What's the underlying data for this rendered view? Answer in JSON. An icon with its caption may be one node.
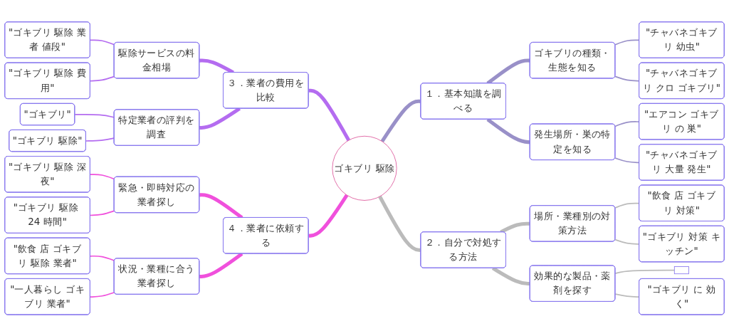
{
  "diagram": {
    "nodes": [
      {
        "text": [
          "ゴキブリ 駆除"
        ]
      },
      {
        "text": [
          "１．基本知識を調べる"
        ]
      },
      {
        "text": [
          "ゴキブリの種類・生態を知る"
        ]
      },
      {
        "text": [
          "\"チャバネゴキブリ 幼虫\""
        ]
      },
      {
        "text": [
          "\"チャバネゴキブリ クロ ゴキブリ\""
        ]
      },
      {
        "text": [
          "発生場所・巣の特定を知る"
        ]
      },
      {
        "text": [
          "\"エアコン ゴキブリ の 巣\""
        ]
      },
      {
        "text": [
          "\"チャバネゴキブリ 大量 発生\""
        ]
      },
      {
        "text": [
          "２．自分で対処する方法"
        ]
      },
      {
        "text": [
          "場所・業種別の対策方法"
        ]
      },
      {
        "text": [
          "\"飲食 店 ゴキブリ 対策\""
        ]
      },
      {
        "text": [
          "\"ゴキブリ 対策 キッチン\""
        ]
      },
      {
        "text": [
          "効果的な製品・薬剤を探す"
        ]
      },
      {
        "text": [],
        "shape": "box"
      },
      {
        "text": [
          "\"ゴキブリ に 効く\""
        ]
      },
      {
        "text": [
          "３．業者の費用を比較"
        ]
      },
      {
        "text": [
          "駆除サービスの料金相場"
        ]
      },
      {
        "text": [
          "\"ゴキブリ 駆除 業者 値段\""
        ]
      },
      {
        "text": [
          "\"ゴキブリ 駆除 費用\""
        ]
      },
      {
        "text": [
          "特定業者の評判を調査"
        ]
      },
      {
        "text": [
          "\"ゴキブリ\""
        ]
      },
      {
        "text": [
          "\"ゴキブリ 駆除\""
        ]
      },
      {
        "text": [
          "４．業者に依頼する"
        ]
      },
      {
        "text": [
          "緊急・即時対応の業者探し"
        ]
      },
      {
        "text": [
          "\"ゴキブリ 駆除 深夜\""
        ]
      },
      {
        "text": [
          "\"ゴキブリ 駆除 24 時間\""
        ]
      },
      {
        "text": [
          "状況・業種に合う業者探し"
        ]
      },
      {
        "text": [
          "\"飲食 店 ゴキブリ 駆除 業者\""
        ]
      },
      {
        "text": [
          "\"一人暮らし ゴキブリ 業者\""
        ]
      }
    ],
    "edges": [
      {
        "from": 0,
        "to": 1,
        "arrow": "none",
        "style": "thick",
        "color": "#9990c8"
      },
      {
        "from": 1,
        "to": 2,
        "arrow": "none",
        "style": "thick",
        "color": "#9990c8"
      },
      {
        "from": 2,
        "to": 3,
        "arrow": "none",
        "color": "#9990c8"
      },
      {
        "from": 2,
        "to": 4,
        "arrow": "none",
        "color": "#9990c8"
      },
      {
        "from": 1,
        "to": 5,
        "arrow": "none",
        "style": "thick",
        "color": "#9990c8"
      },
      {
        "from": 5,
        "to": 6,
        "arrow": "none",
        "color": "#9990c8"
      },
      {
        "from": 5,
        "to": 7,
        "arrow": "none",
        "color": "#9990c8"
      },
      {
        "from": 0,
        "to": 8,
        "arrow": "none",
        "style": "thick",
        "color": "#bbbbbb"
      },
      {
        "from": 8,
        "to": 9,
        "arrow": "none",
        "style": "thick",
        "color": "#bbbbbb"
      },
      {
        "from": 9,
        "to": 10,
        "arrow": "none",
        "color": "#bbbbbb"
      },
      {
        "from": 9,
        "to": 11,
        "arrow": "none",
        "color": "#bbbbbb"
      },
      {
        "from": 8,
        "to": 12,
        "arrow": "none",
        "style": "thick",
        "color": "#bbbbbb"
      },
      {
        "from": 12,
        "to": 13,
        "arrow": "none",
        "color": "#bbbbbb"
      },
      {
        "from": 12,
        "to": 14,
        "arrow": "none",
        "color": "#bbbbbb"
      },
      {
        "from": 0,
        "to": 15,
        "arrow": "none",
        "style": "thick",
        "color": "#b46cf0"
      },
      {
        "from": 15,
        "to": 16,
        "arrow": "none",
        "style": "thick",
        "color": "#b46cf0"
      },
      {
        "from": 16,
        "to": 17,
        "arrow": "none",
        "color": "#b46cf0"
      },
      {
        "from": 16,
        "to": 18,
        "arrow": "none",
        "color": "#b46cf0"
      },
      {
        "from": 15,
        "to": 19,
        "arrow": "none",
        "style": "thick",
        "color": "#b46cf0"
      },
      {
        "from": 19,
        "to": 20,
        "arrow": "none",
        "color": "#b46cf0"
      },
      {
        "from": 19,
        "to": 21,
        "arrow": "none",
        "color": "#b46cf0"
      },
      {
        "from": 0,
        "to": 22,
        "arrow": "none",
        "style": "thick",
        "color": "#f050dc"
      },
      {
        "from": 22,
        "to": 23,
        "arrow": "none",
        "style": "thick",
        "color": "#f050dc"
      },
      {
        "from": 23,
        "to": 24,
        "arrow": "none",
        "color": "#f050dc"
      },
      {
        "from": 23,
        "to": 25,
        "arrow": "none",
        "color": "#f050dc"
      },
      {
        "from": 22,
        "to": 26,
        "arrow": "none",
        "style": "thick",
        "color": "#f050dc"
      },
      {
        "from": 26,
        "to": 27,
        "arrow": "none",
        "color": "#f050dc"
      },
      {
        "from": 26,
        "to": 28,
        "arrow": "none",
        "color": "#f050dc"
      }
    ]
  }
}
